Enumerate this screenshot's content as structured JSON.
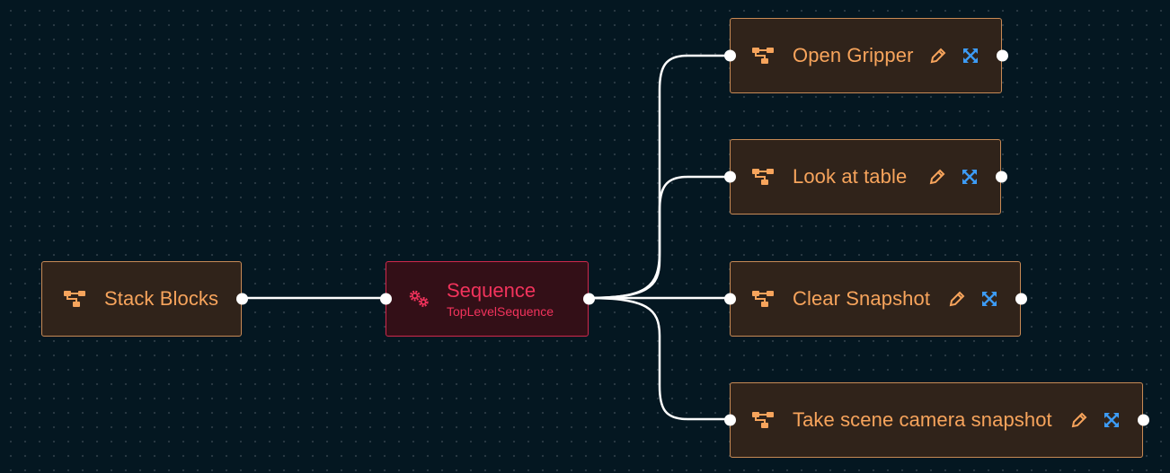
{
  "colors": {
    "background": "#041721",
    "subtree_node_bg": "#30231a",
    "subtree_node_border": "#c88a55",
    "subtree_text": "#f7a45c",
    "sequence_node_bg": "#330f17",
    "sequence_node_border": "#d1284c",
    "sequence_text": "#f2335c",
    "edit_icon": "#f7a45c",
    "expand_icon": "#3d9bf5",
    "edge": "#ffffff"
  },
  "nodes": {
    "root": {
      "label": "Stack Blocks",
      "icon": "subtree-icon"
    },
    "sequence": {
      "title": "Sequence",
      "subtitle": "TopLevelSequence",
      "icon": "gears-icon"
    },
    "children": [
      {
        "label": "Open Gripper",
        "icon": "subtree-icon",
        "edit_icon": "pencil-icon",
        "expand_icon": "expand-arrows-icon"
      },
      {
        "label": "Look at table",
        "icon": "subtree-icon",
        "edit_icon": "pencil-icon",
        "expand_icon": "expand-arrows-icon"
      },
      {
        "label": "Clear Snapshot",
        "icon": "subtree-icon",
        "edit_icon": "pencil-icon",
        "expand_icon": "expand-arrows-icon"
      },
      {
        "label": "Take scene camera snapshot",
        "icon": "subtree-icon",
        "edit_icon": "pencil-icon",
        "expand_icon": "expand-arrows-icon"
      }
    ]
  }
}
